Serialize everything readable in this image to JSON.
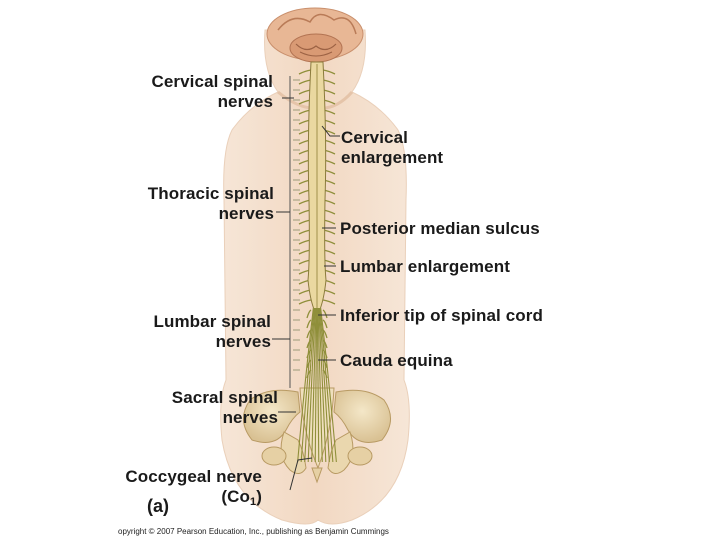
{
  "labels": {
    "cervical_nerves": [
      "Cervical spinal",
      "nerves"
    ],
    "thoracic_nerves": [
      "Thoracic spinal",
      "nerves"
    ],
    "lumbar_nerves": [
      "Lumbar spinal",
      "nerves"
    ],
    "sacral_nerves": [
      "Sacral spinal",
      "nerves"
    ],
    "coccygeal_nerve": [
      "Coccygeal nerve",
      "(Co",
      "1",
      ")"
    ],
    "cervical_enlargement": [
      "Cervical",
      "enlargement"
    ],
    "posterior_median_sulcus": "Posterior median sulcus",
    "lumbar_enlargement": "Lumbar enlargement",
    "inferior_tip": "Inferior tip of spinal cord",
    "cauda_equina": "Cauda equina"
  },
  "panel_letter": "(a)",
  "copyright": "opyright © 2007 Pearson Education, Inc., publishing as Benjamin Cummings",
  "colors": {
    "skin": "#f3dcc9",
    "skin_shadow": "#e8c3a6",
    "bone": "#eddcb8",
    "bone_shadow": "#c9b083",
    "cord": "#e9d79a",
    "nerve": "#8f8f3a",
    "brain": "#e3a884"
  }
}
